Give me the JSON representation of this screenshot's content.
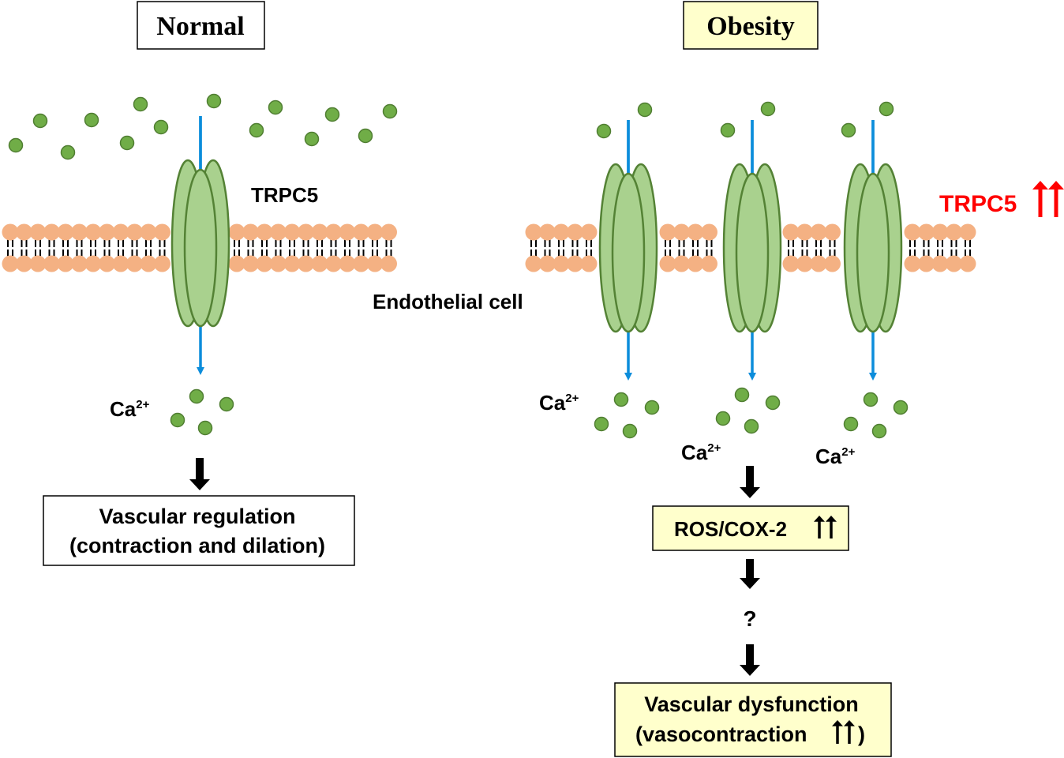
{
  "normal": {
    "title": "Normal",
    "channel_label": "TRPC5",
    "ion_label": "Ca",
    "ion_charge": "2+",
    "outcome_line1": "Vascular regulation",
    "outcome_line2": "(contraction and dilation)"
  },
  "center_label": "Endothelial cell",
  "obesity": {
    "title": "Obesity",
    "channel_label": "TRPC5",
    "ion_label": "Ca",
    "ion_charge": "2+",
    "mediator": "ROS/COX-2",
    "unknown_step": "?",
    "outcome_line1": "Vascular dysfunction",
    "outcome_line2": "(vasocontraction",
    "outcome_line2_close": ")"
  },
  "colors": {
    "lipid_head": "#f4b183",
    "channel_fill": "#a9d18e",
    "channel_stroke": "#548235",
    "calcium": "#70ad47",
    "calcium_stroke": "#507e32",
    "flux_line": "#0c8ddb",
    "highlight_box": "#ffffcc",
    "increase_red": "#ff0000"
  },
  "icons": [
    "calcium-ion-icon",
    "trpc5-channel-icon",
    "down-arrow-icon",
    "up-arrow-icon"
  ]
}
